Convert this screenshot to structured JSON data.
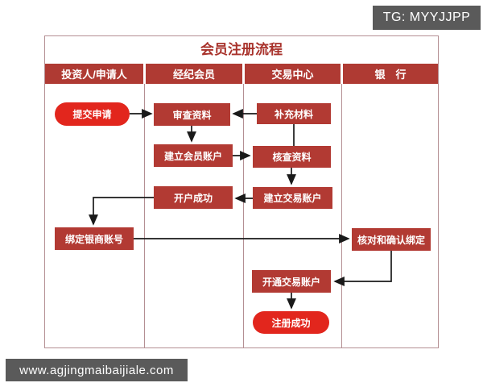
{
  "watermarks": {
    "tg": "TG: MYYJJPP",
    "website": "www.agjingmaibaijiale.com"
  },
  "flow": {
    "title": "会员注册流程",
    "columns": [
      "投资人/申请人",
      "经纪会员",
      "交易中心",
      "银　行"
    ],
    "nodes": [
      {
        "id": "submit-application",
        "label": "提交申请",
        "shape": "pill",
        "column": "投资人/申请人"
      },
      {
        "id": "review-materials",
        "label": "审查资料",
        "shape": "rect",
        "column": "经纪会员"
      },
      {
        "id": "supplement-materials",
        "label": "补充材料",
        "shape": "rect",
        "column": "交易中心"
      },
      {
        "id": "create-member-account",
        "label": "建立会员账户",
        "shape": "rect",
        "column": "经纪会员"
      },
      {
        "id": "verify-materials",
        "label": "核查资料",
        "shape": "rect",
        "column": "交易中心"
      },
      {
        "id": "account-opened",
        "label": "开户成功",
        "shape": "rect",
        "column": "经纪会员"
      },
      {
        "id": "create-trading-account",
        "label": "建立交易账户",
        "shape": "rect",
        "column": "交易中心"
      },
      {
        "id": "bind-bank-account",
        "label": "绑定银商账号",
        "shape": "rect",
        "column": "投资人/申请人"
      },
      {
        "id": "check-confirm-binding",
        "label": "核对和确认绑定",
        "shape": "rect",
        "column": "银　行"
      },
      {
        "id": "open-trading-account",
        "label": "开通交易账户",
        "shape": "rect",
        "column": "交易中心"
      },
      {
        "id": "registration-success",
        "label": "注册成功",
        "shape": "pill",
        "column": "交易中心"
      }
    ],
    "edges": [
      {
        "from": "submit-application",
        "to": "review-materials",
        "arrow": true
      },
      {
        "from": "supplement-materials",
        "to": "review-materials",
        "arrow": true
      },
      {
        "from": "review-materials",
        "to": "create-member-account",
        "arrow": true
      },
      {
        "from": "create-member-account",
        "to": "verify-materials",
        "arrow": true
      },
      {
        "from": "verify-materials",
        "to": "supplement-materials",
        "arrow": false
      },
      {
        "from": "verify-materials",
        "to": "create-trading-account",
        "arrow": true
      },
      {
        "from": "create-trading-account",
        "to": "account-opened",
        "arrow": true
      },
      {
        "from": "account-opened",
        "to": "bind-bank-account",
        "arrow": true
      },
      {
        "from": "bind-bank-account",
        "to": "check-confirm-binding",
        "arrow": true
      },
      {
        "from": "check-confirm-binding",
        "to": "open-trading-account",
        "arrow": true
      },
      {
        "from": "open-trading-account",
        "to": "registration-success",
        "arrow": true
      }
    ]
  },
  "colors": {
    "rect_red": "#b23a33",
    "header_red": "#af3a33",
    "pill_red": "#e2261d",
    "title_red": "#a8322b",
    "border_pink": "#b48f93",
    "badge_gray": "#5a5a5a",
    "arrow_black": "#1a1a1a"
  }
}
